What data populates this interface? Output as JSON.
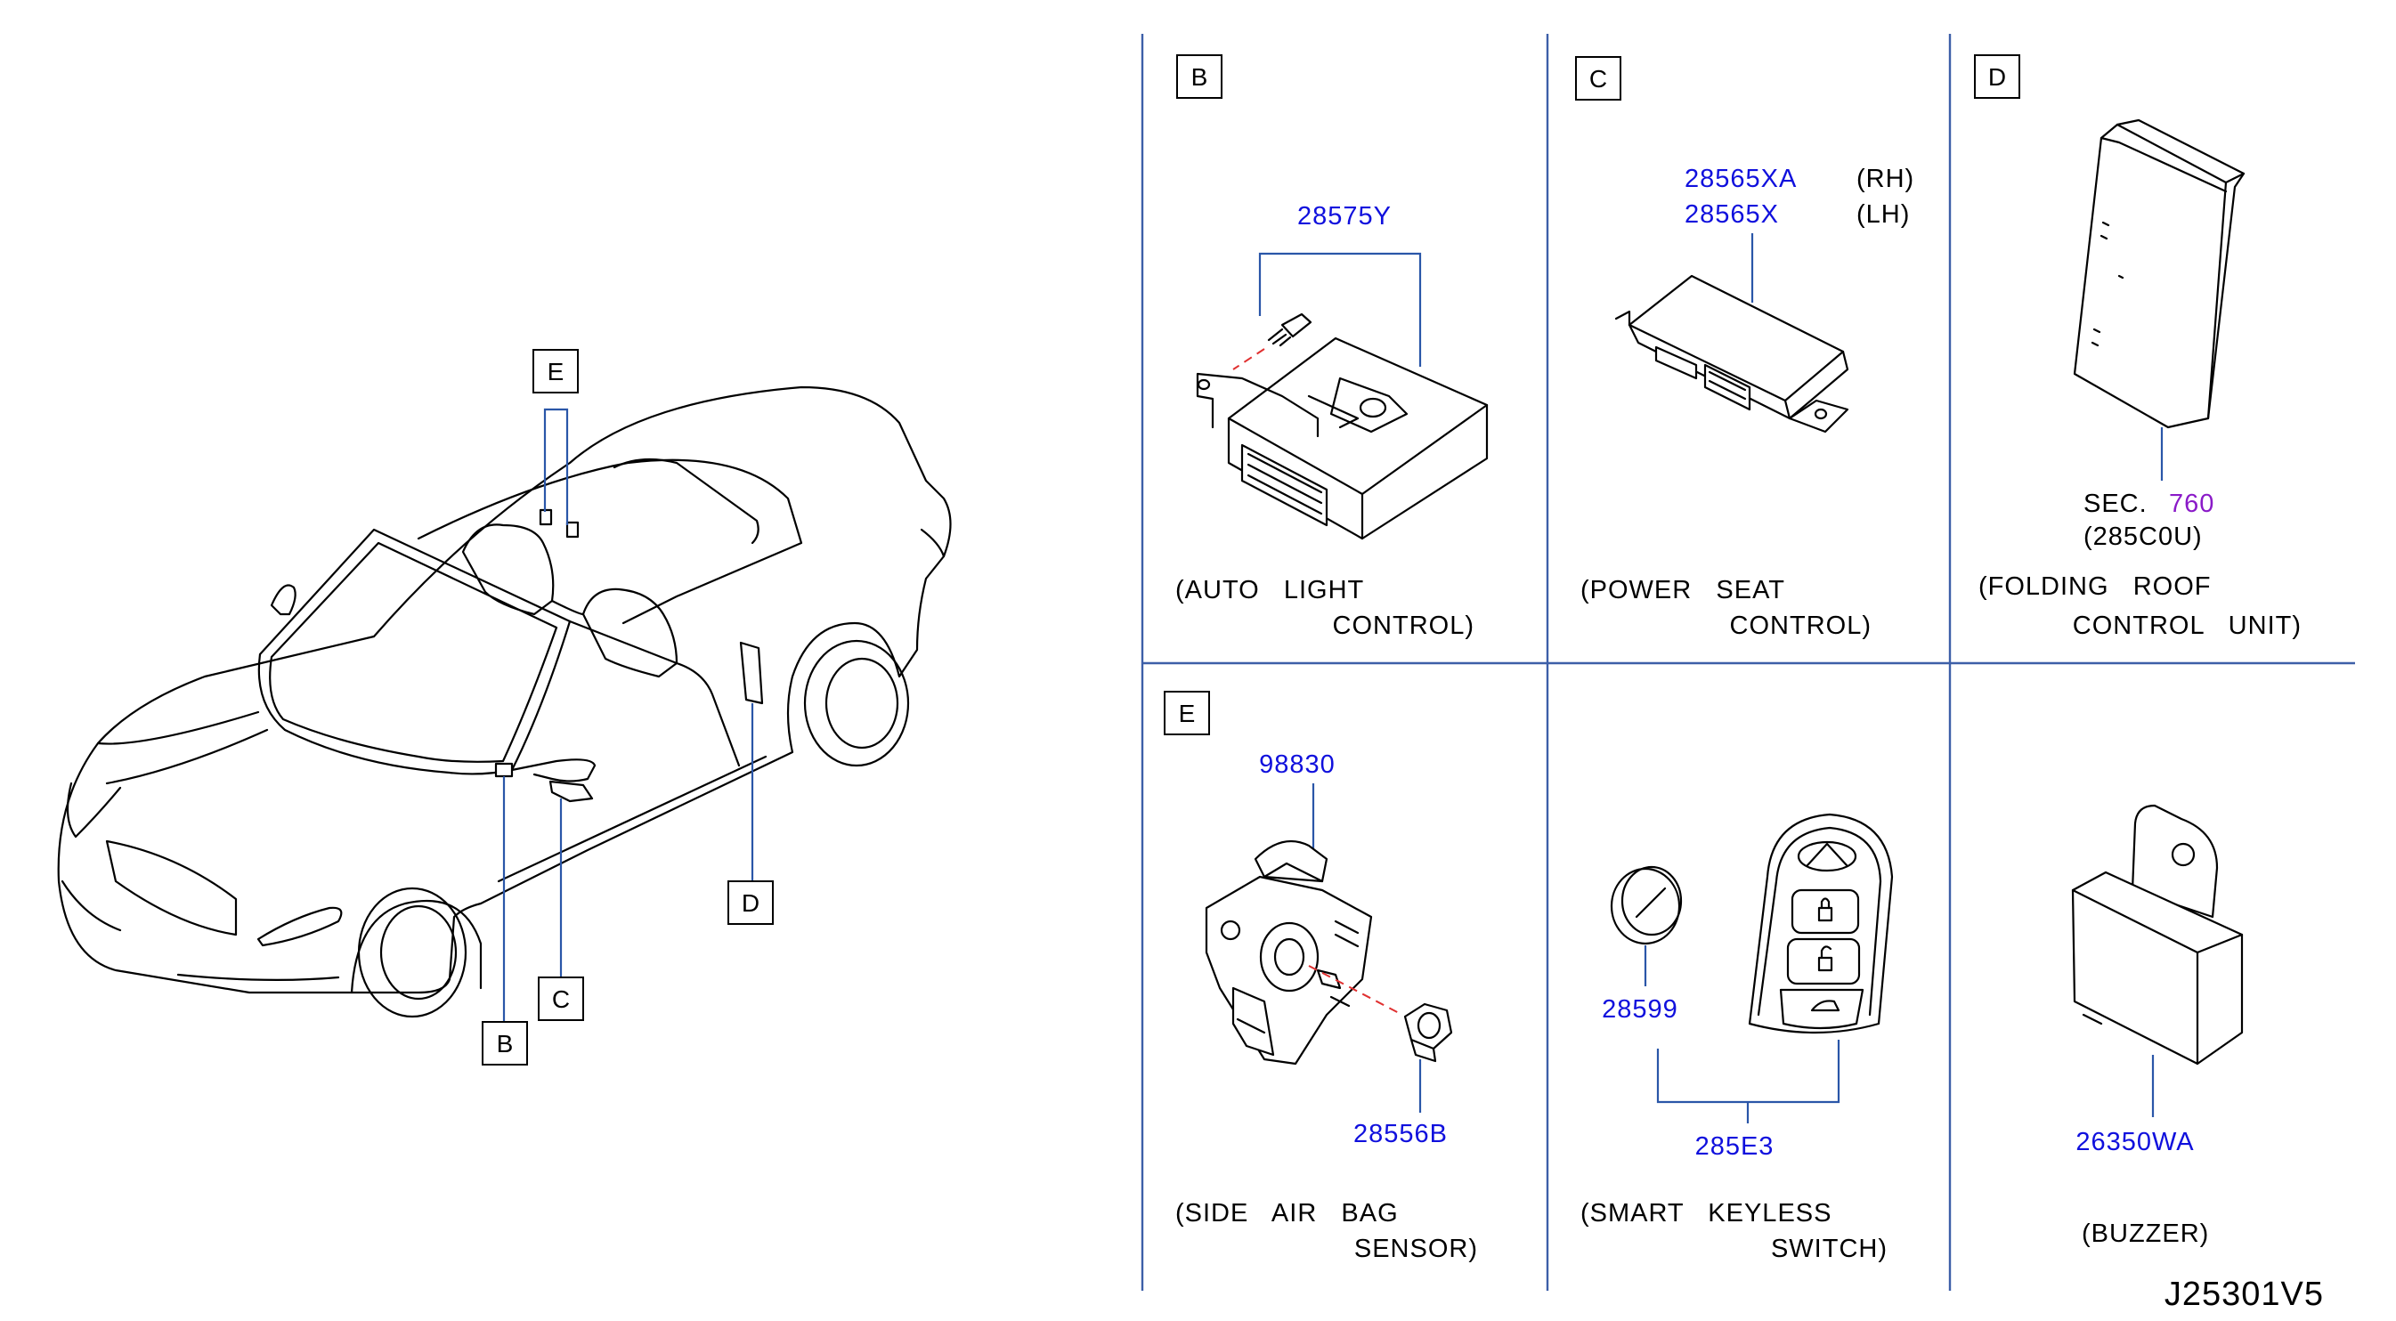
{
  "diagram_code": "J25301V5",
  "overview": {
    "callouts": [
      "E",
      "B",
      "C",
      "D"
    ]
  },
  "panels": {
    "B": {
      "letter": "B",
      "parts": [
        "28575Y"
      ],
      "caption_line1": "(AUTO   LIGHT",
      "caption_line2": "CONTROL)"
    },
    "C": {
      "letter": "C",
      "parts": [
        "28565XA",
        "28565X"
      ],
      "sides": [
        "(RH)",
        "(LH)"
      ],
      "caption_line1": "(POWER   SEAT",
      "caption_line2": "CONTROL)"
    },
    "D": {
      "letter": "D",
      "sec_label": "SEC.",
      "sec_number": "760",
      "sec_ref": "(285C0U)",
      "caption_line1": "(FOLDING   ROOF",
      "caption_line2": "CONTROL   UNIT)"
    },
    "E": {
      "letter": "E",
      "parts": [
        "98830",
        "28556B"
      ],
      "caption_line1": "(SIDE   AIR   BAG",
      "caption_line2": "SENSOR)"
    },
    "keyless": {
      "parts": [
        "28599",
        "285E3"
      ],
      "caption_line1": "(SMART   KEYLESS",
      "caption_line2": "SWITCH)"
    },
    "buzzer": {
      "parts": [
        "26350WA"
      ],
      "caption": "(BUZZER)"
    }
  },
  "colors": {
    "part_number": "#1010dd",
    "section_number": "#8a1ac8",
    "leader": "#2a56a8",
    "divider": "#3d5fa8",
    "hidden_line": "#e03030"
  }
}
